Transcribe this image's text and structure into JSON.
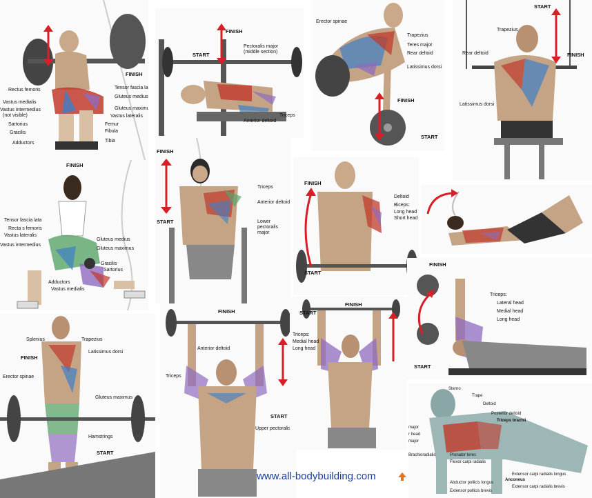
{
  "panels": {
    "squat": {
      "finish": "FINISH",
      "labels": [
        "Rectus femoris",
        "Vastus medialis",
        "Vastus intermedius",
        "(not visible)",
        "Sartorius",
        "Gracilis",
        "Adductors",
        "Tensor fascia lata",
        "Gluteus medius",
        "Gluteus maximus",
        "Vastus lateralis",
        "Femur",
        "Fibula",
        "Tibia"
      ]
    },
    "bench": {
      "finish": "FINISH",
      "start": "START",
      "labels": [
        "Pectoralis major",
        "(middle section)",
        "Triceps",
        "Anterior deltoid"
      ]
    },
    "row": {
      "finish": "FINISH",
      "start": "START",
      "labels": [
        "Erector spinae",
        "Trapezius",
        "Teres major",
        "Rear deltoid",
        "Latissimus dorsi"
      ]
    },
    "pulldown": {
      "start": "START",
      "finish": "FINISH",
      "labels": [
        "Trapezius",
        "Rear deltoid",
        "Latissimus dorsi"
      ]
    },
    "lunge": {
      "finish": "FINISH",
      "labels": [
        "Tensor fascia lata",
        "Recta s femoris",
        "Vastus lateralis",
        "Vastus intermedius",
        "Gluteus medius",
        "Gluteus maximus",
        "Gracilis",
        "Sartorius",
        "Adductors",
        "Vastus medialis"
      ]
    },
    "dips": {
      "finish": "FINISH",
      "start": "START",
      "labels": [
        "Triceps",
        "Anterior deltoid",
        "Lower",
        "pectoralis",
        "major"
      ]
    },
    "curl": {
      "finish": "FINISH",
      "start": "START",
      "labels": [
        "Deltoid",
        "Biceps:",
        "Long head",
        "Short head"
      ]
    },
    "crunch": {},
    "deadlift": {
      "finish": "FINISH",
      "start": "START",
      "labels": [
        "Splenius",
        "Trapezius",
        "Latissimus dorsi",
        "Erector spinae",
        "Gluteus maximus",
        "Hamstrings"
      ]
    },
    "press": {
      "finish": "FINISH",
      "start": "START",
      "labels": [
        "Anterior deltoid",
        "Triceps",
        "Upper pectoralis"
      ]
    },
    "overhead_ext": {
      "finish": "FINISH",
      "start": "START",
      "labels": [
        "Triceps:",
        "Medial head",
        "Long head"
      ]
    },
    "skull": {
      "finish": "FINISH",
      "start": "START",
      "labels": [
        "Triceps:",
        "Lateral head",
        "Medial head",
        "Long head"
      ]
    },
    "pushup": {
      "labels": [
        "Sterno",
        "Trape",
        "Deltoid",
        "Posterior deltoid",
        "Triceps brachii",
        "major",
        "r head",
        "major",
        "Brachioradialis",
        "Pronator teres",
        "Flexor carpi radialis",
        "Anconeus",
        "Extensor carpi radialis longus",
        "Extensor carpi radialis brevis",
        "Abductor pollicis longus",
        "Extensor pollicis brevis"
      ]
    }
  },
  "footer": {
    "url": "www.all-bodybuilding.com"
  },
  "colors": {
    "arrow": "#d61f26",
    "muscle_red": "#c0392b",
    "muscle_blue": "#3d7fc4",
    "muscle_purple": "#8e6bbf",
    "muscle_green": "#5aa469",
    "footer": "#1c3f9c"
  }
}
